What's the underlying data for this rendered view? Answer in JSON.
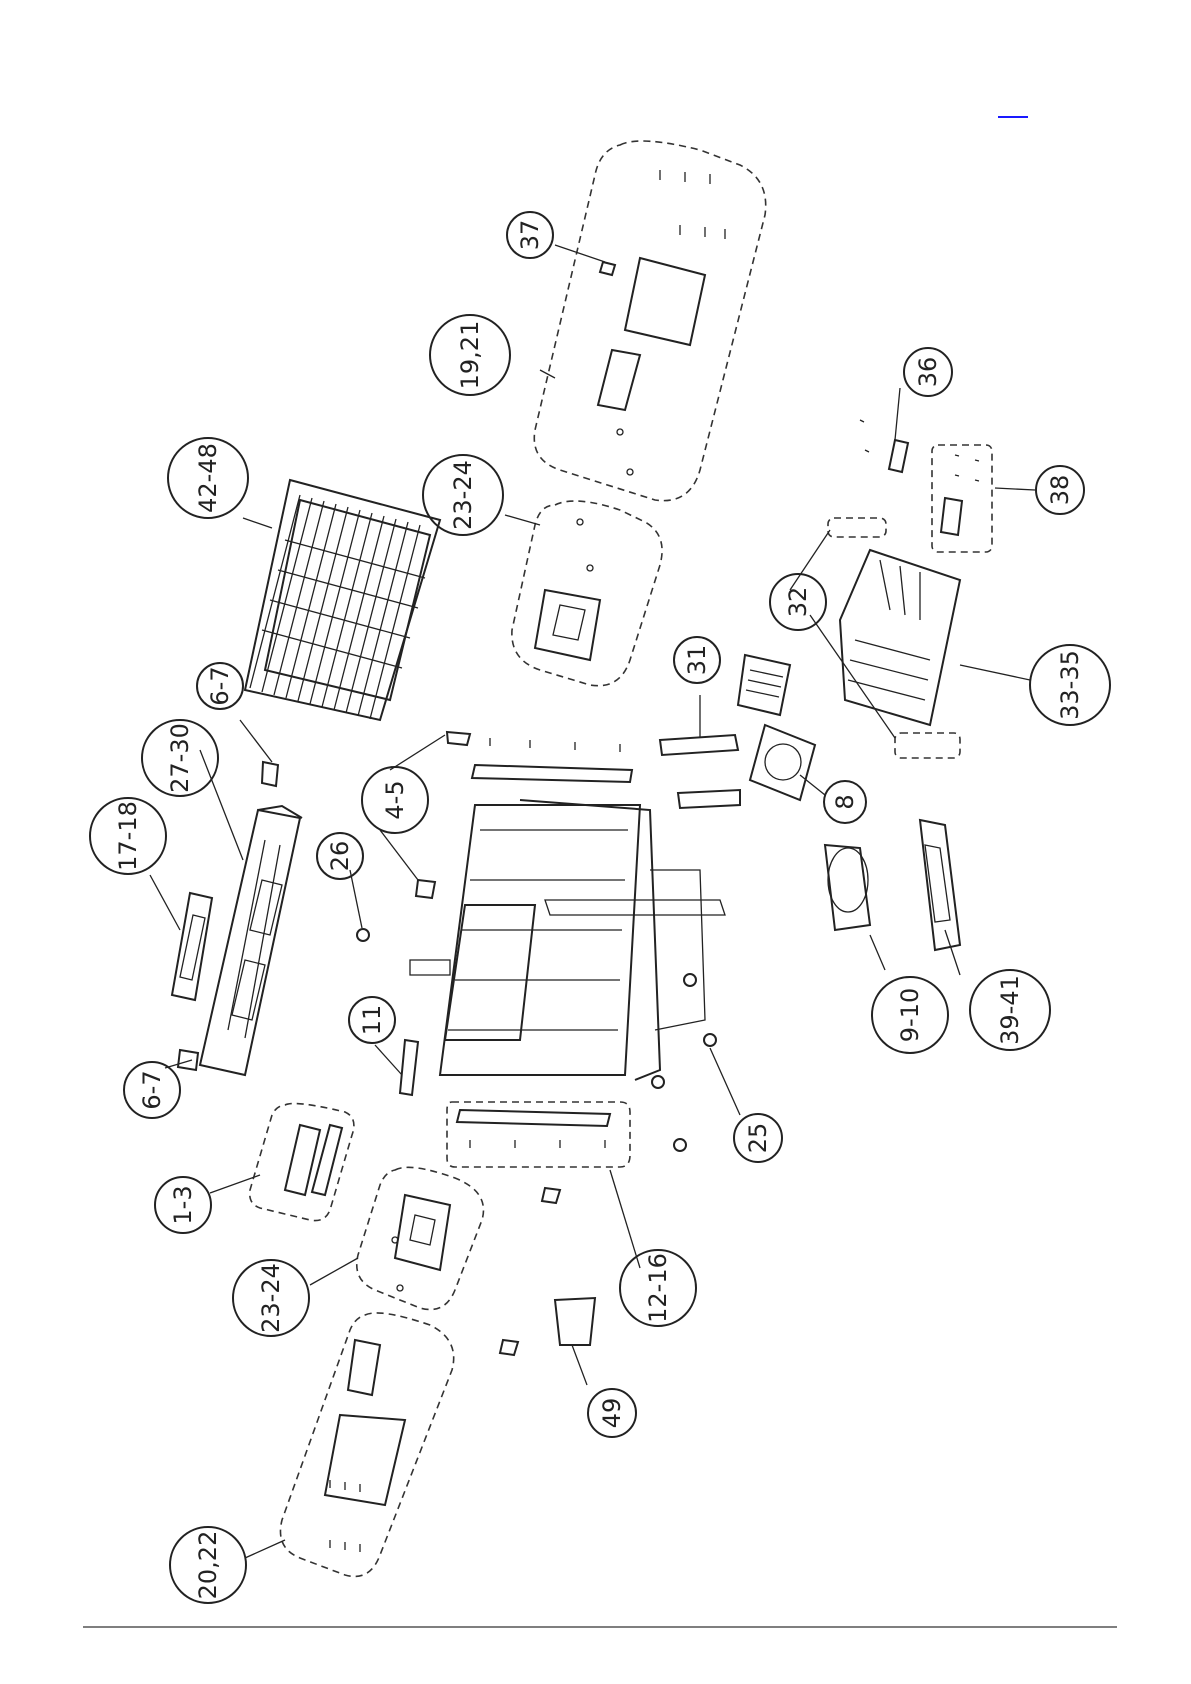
{
  "page": {
    "link_marker": ""
  },
  "callouts": {
    "c_1_3": "1-3",
    "c_4_5": "4-5",
    "c_6_7_a": "6-7",
    "c_6_7_b": "6-7",
    "c_8": "8",
    "c_9_10": "9-10",
    "c_11": "11",
    "c_12_16": "12-16",
    "c_17_18": "17-18",
    "c_19_21": "19,21",
    "c_20_22": "20,22",
    "c_23_24_a": "23-24",
    "c_23_24_b": "23-24",
    "c_25": "25",
    "c_26": "26",
    "c_27_30": "27-30",
    "c_31": "31",
    "c_32": "32",
    "c_33_35": "33-35",
    "c_36": "36",
    "c_37": "37",
    "c_38": "38",
    "c_39_41": "39-41",
    "c_42_48": "42-48",
    "c_49": "49"
  },
  "colors": {
    "line": "#222222",
    "link": "#1a1aff",
    "background": "#ffffff"
  }
}
